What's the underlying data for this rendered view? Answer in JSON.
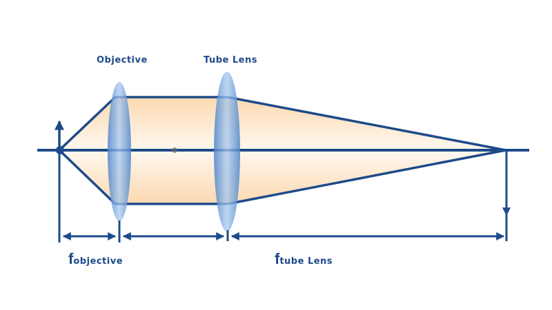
{
  "labels": {
    "objective": "Objective",
    "tube_lens": "Tube Lens",
    "f_objective_symbol": "f",
    "f_objective_sub": "objective",
    "f_tube_symbol": "f",
    "f_tube_sub": "tube Lens"
  },
  "colors": {
    "line": "#1d4a8a",
    "beam": "#fde3c4",
    "lens": "#6f9fd6"
  }
}
